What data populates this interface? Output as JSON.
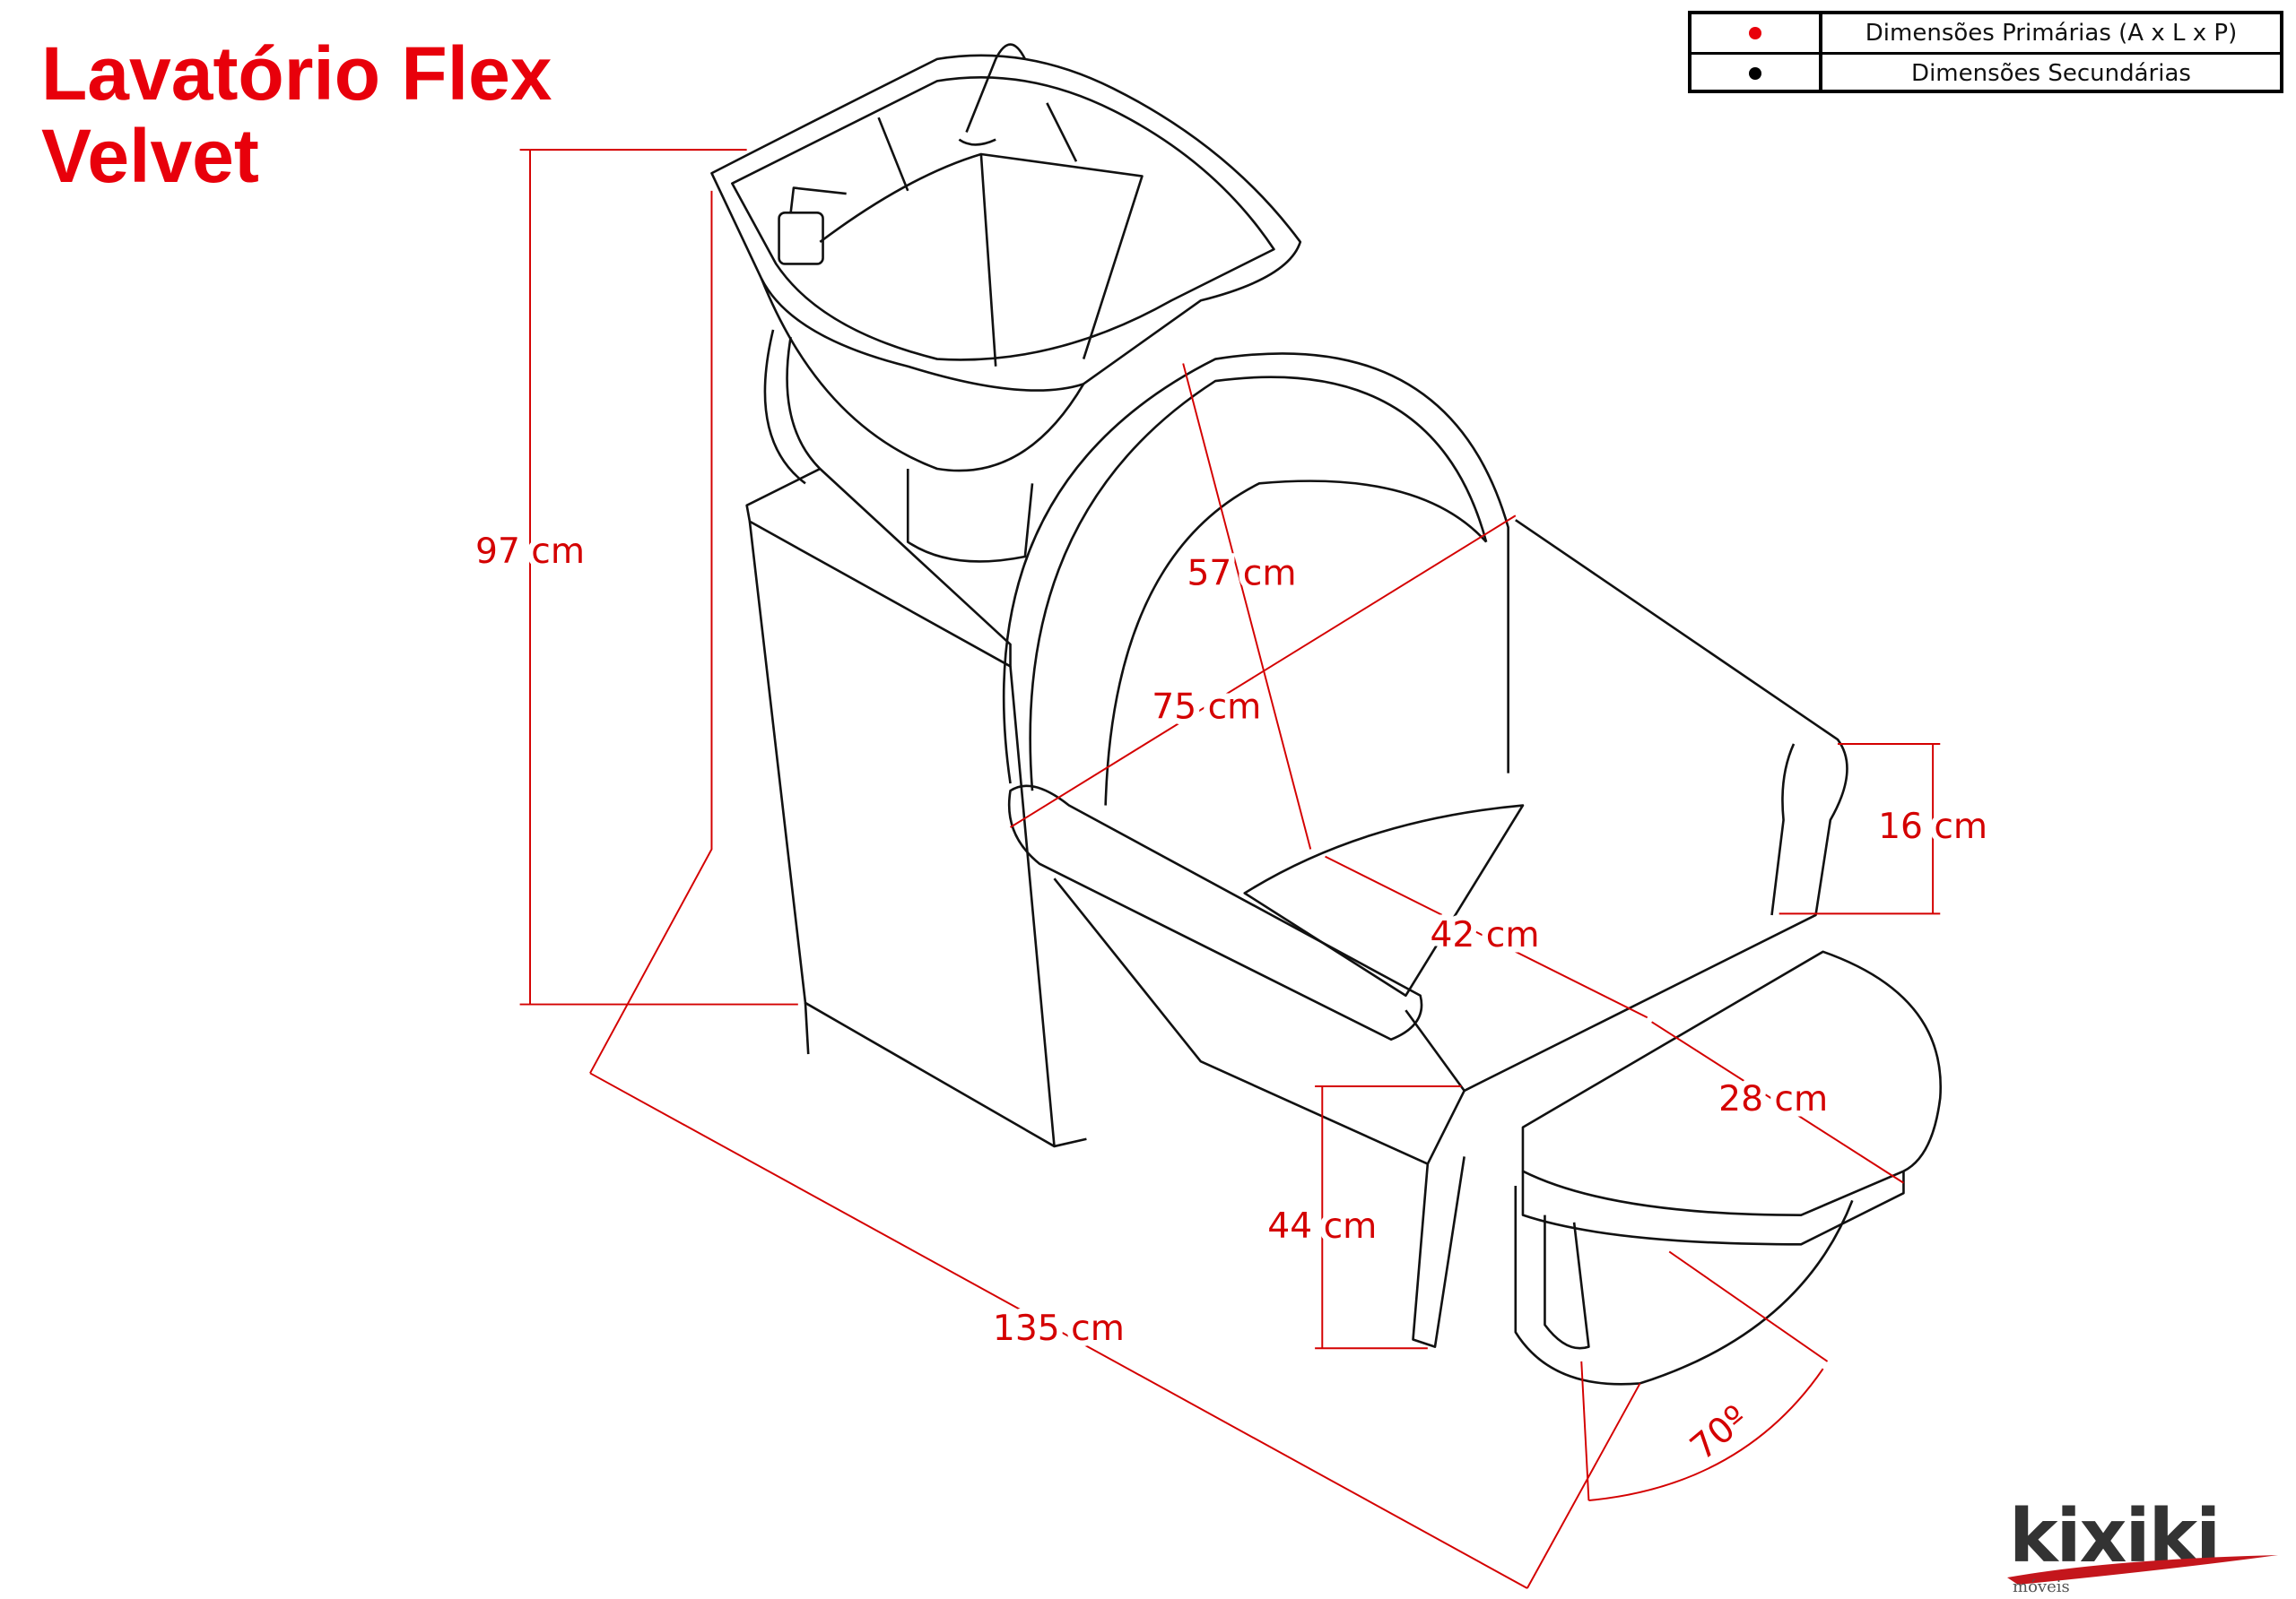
{
  "title": {
    "line1": "Lavatório Flex",
    "line2": "Velvet"
  },
  "legend": {
    "primary": {
      "label": "Dimensões Primárias (A x L x P)",
      "color": "#e8000b"
    },
    "secondary": {
      "label": "Dimensões Secundárias",
      "color": "#000000"
    }
  },
  "dimensions": {
    "height_total": "97 cm",
    "backrest_height": "57 cm",
    "backrest_width": "75 cm",
    "armrest_height": "16 cm",
    "seat_depth": "42 cm",
    "footrest_depth": "28 cm",
    "seat_height": "44 cm",
    "total_length": "135 cm",
    "footrest_angle": "70º"
  },
  "logo": {
    "brand": "kixiki",
    "sub": "móveis"
  }
}
